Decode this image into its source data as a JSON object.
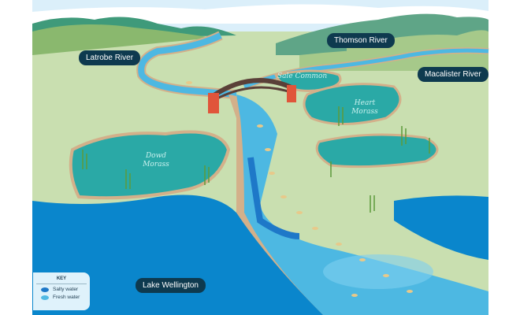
{
  "labels": {
    "latrobe": "Latrobe River",
    "thomson": "Thomson River",
    "macalister": "Macalister River",
    "lake": "Lake Wellington",
    "sale_common": "Sale Common",
    "heart_morass": "Heart Morass",
    "dowd_morass": "Dowd Morass"
  },
  "key": {
    "title": "KEY",
    "items": [
      {
        "label": "Salty water",
        "color": "#1e78c8"
      },
      {
        "label": "Fresh water",
        "color": "#52b9e3"
      }
    ]
  },
  "colors": {
    "sky": "#dbeffa",
    "land": "#c9dfb0",
    "wetland": "#2aa9a6",
    "river": "#4db8e2",
    "lake": "#0a86cc",
    "bank": "#d3b08a",
    "bridge": "#5a4038",
    "pillar": "#e0553a"
  }
}
